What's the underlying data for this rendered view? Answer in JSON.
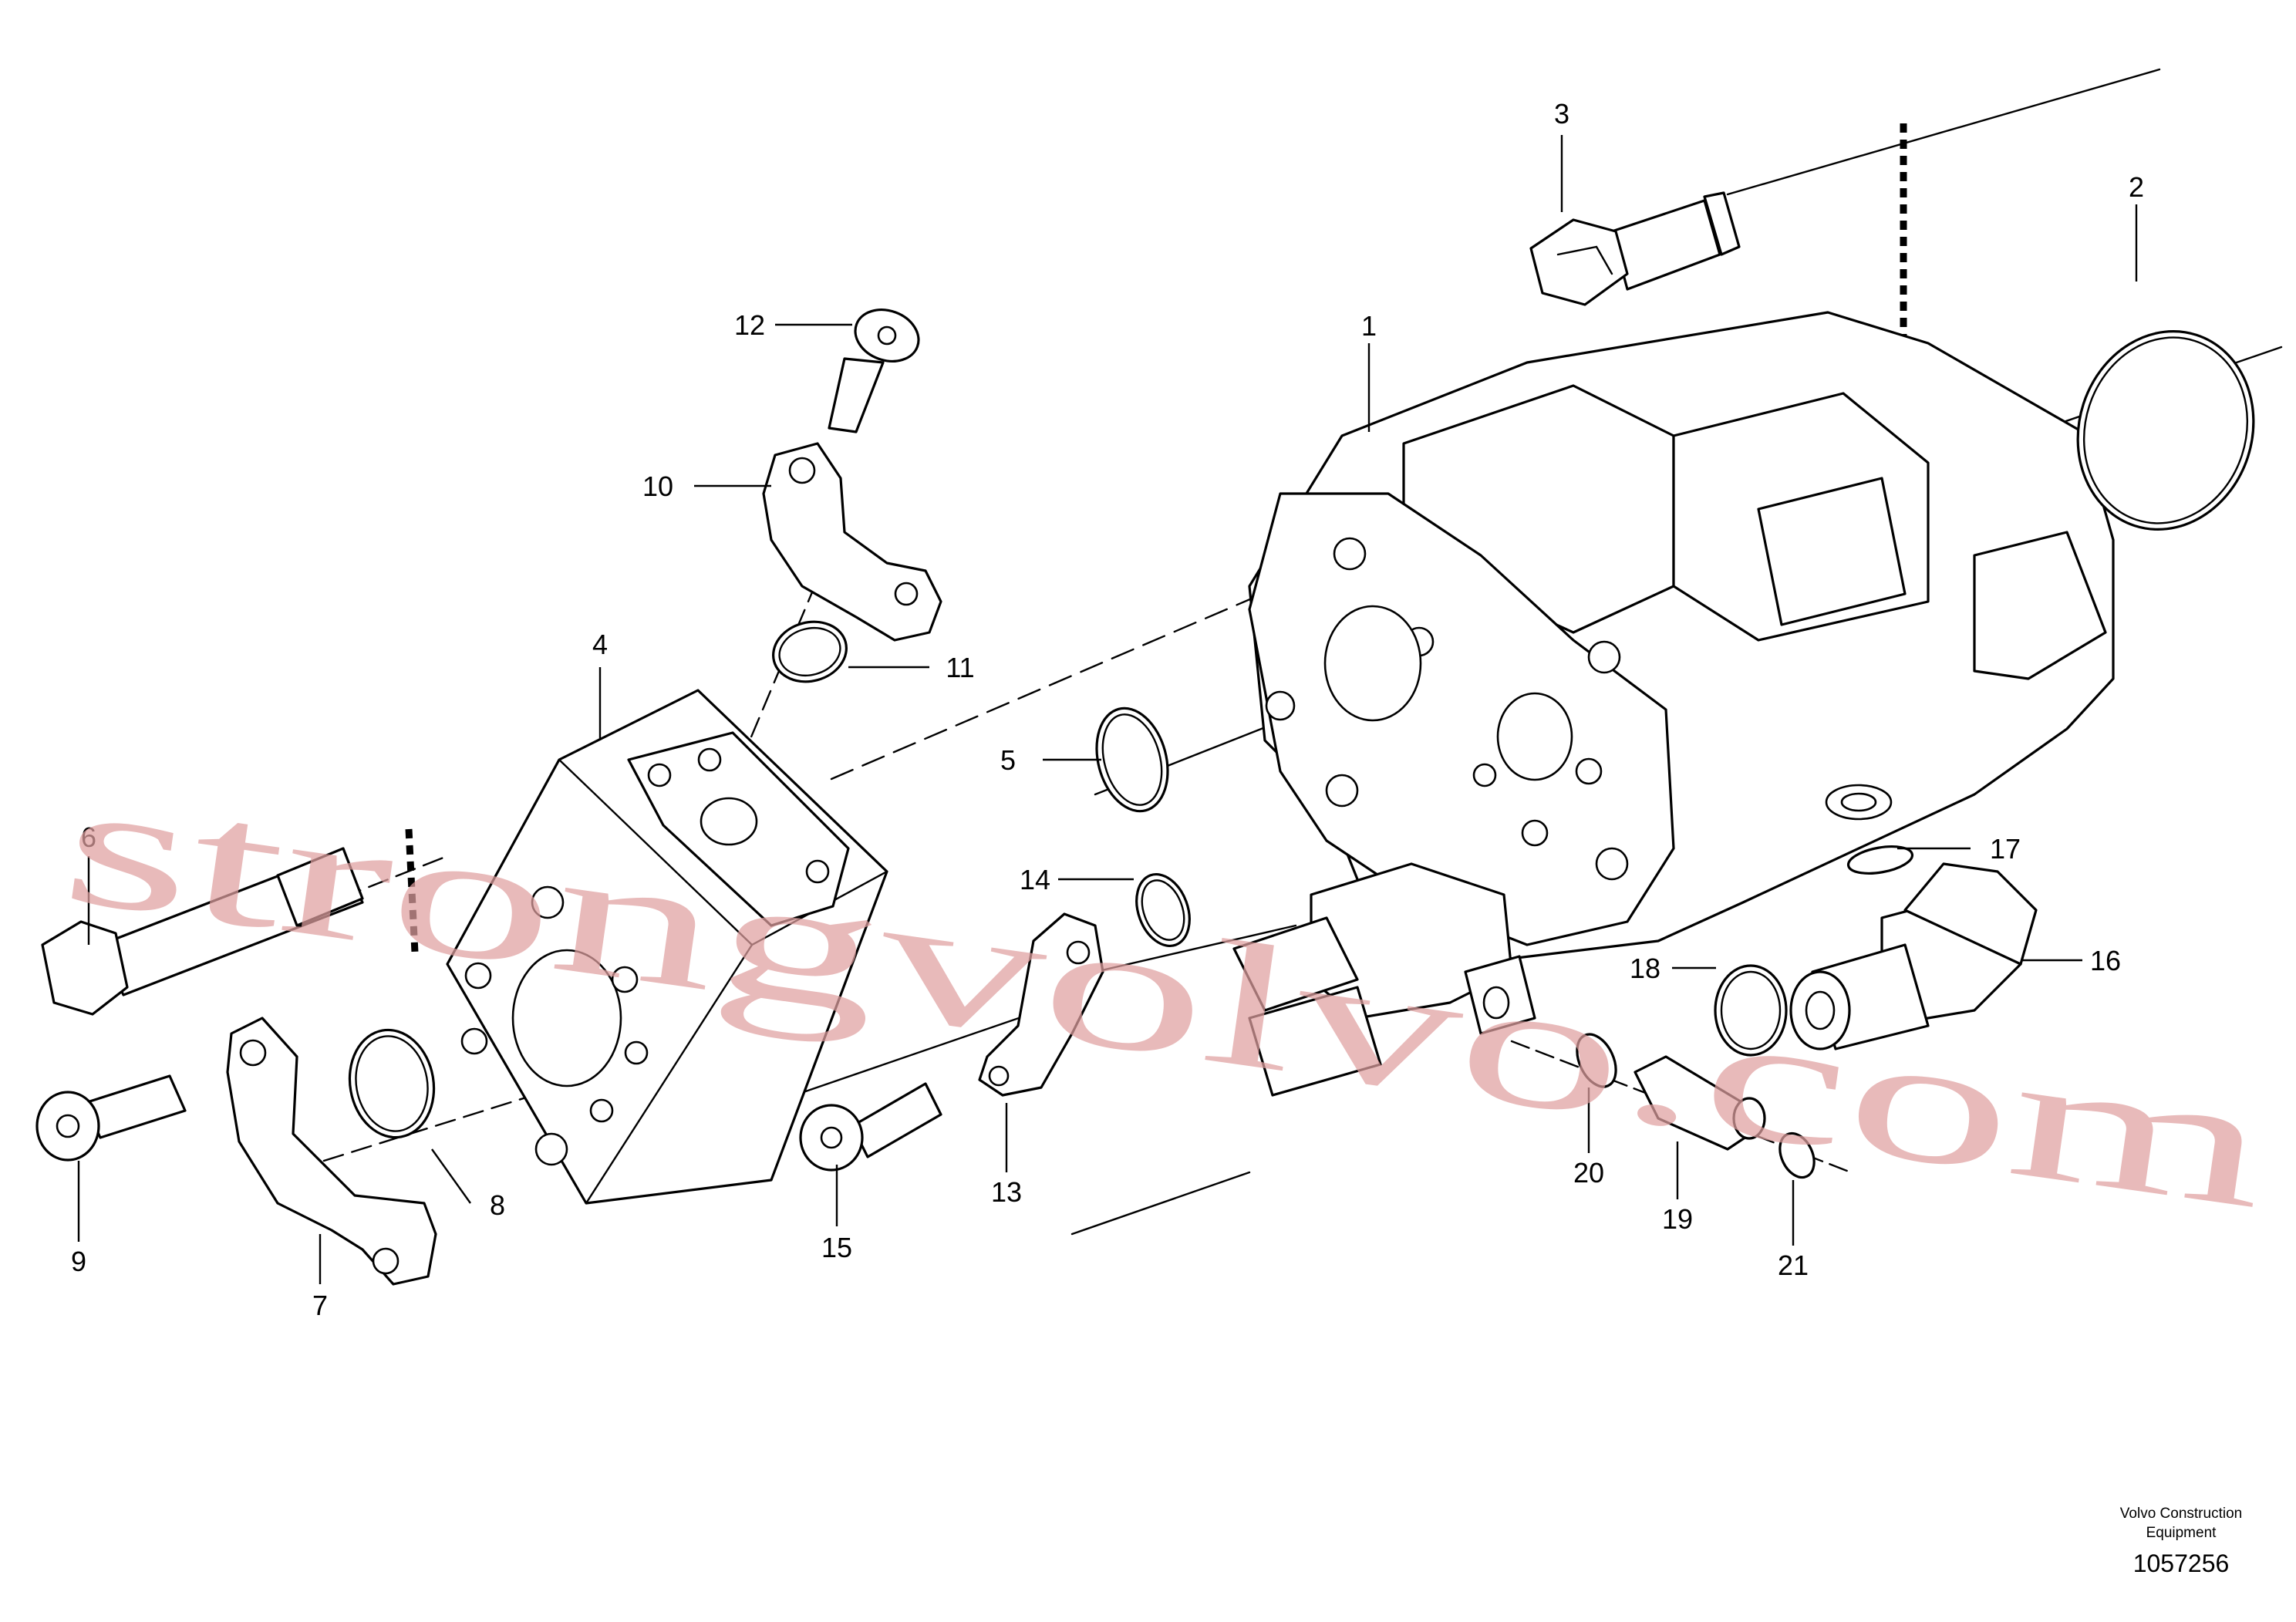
{
  "diagram": {
    "callouts": [
      {
        "id": "c1",
        "label": "1"
      },
      {
        "id": "c2",
        "label": "2"
      },
      {
        "id": "c3",
        "label": "3"
      },
      {
        "id": "c4",
        "label": "4"
      },
      {
        "id": "c5",
        "label": "5"
      },
      {
        "id": "c6",
        "label": "6"
      },
      {
        "id": "c7",
        "label": "7"
      },
      {
        "id": "c8",
        "label": "8"
      },
      {
        "id": "c9",
        "label": "9"
      },
      {
        "id": "c10",
        "label": "10"
      },
      {
        "id": "c11",
        "label": "11"
      },
      {
        "id": "c12",
        "label": "12"
      },
      {
        "id": "c13",
        "label": "13"
      },
      {
        "id": "c14",
        "label": "14"
      },
      {
        "id": "c15",
        "label": "15"
      },
      {
        "id": "c16",
        "label": "16"
      },
      {
        "id": "c17",
        "label": "17"
      },
      {
        "id": "c18",
        "label": "18"
      },
      {
        "id": "c19",
        "label": "19"
      },
      {
        "id": "c20",
        "label": "20"
      },
      {
        "id": "c21",
        "label": "21"
      }
    ],
    "watermark": "strongvolvo.com",
    "credit": {
      "line1": "Volvo Construction",
      "line2": "Equipment",
      "number": "1057256"
    }
  }
}
